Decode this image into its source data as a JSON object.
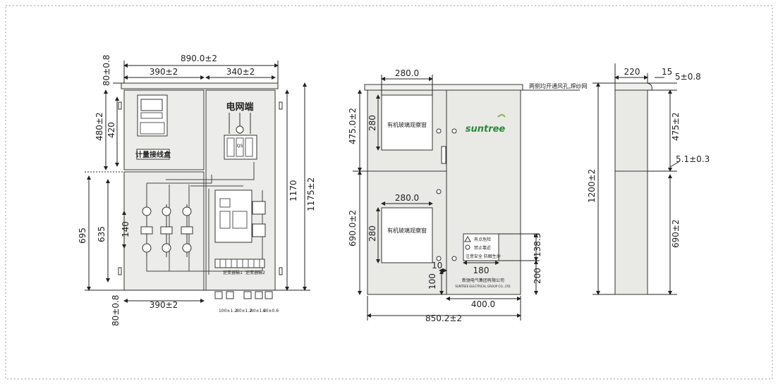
{
  "front_view": {
    "overall_width": "890.0±2",
    "top_left_width": "390±2",
    "top_right_width": "340±2",
    "top_margin": "80±0.8",
    "upper_height": "480±2",
    "upper_inner": "420",
    "lower_height": "695",
    "lower_inner": "635",
    "ct_spacing": "140",
    "bottom_width": "390±2",
    "bottom_margin": "80±0.8",
    "height_1170": "1170",
    "height_1175": "1175±2",
    "meter_box_label": "计量接线盒",
    "grid_side_label": "电网端",
    "switch_label": "QS",
    "terminal_1": "逆变器输1",
    "terminal_2": "逆变器输2",
    "bottom_spacings": [
      "100±1.2",
      "80±1.2",
      "80±1.2",
      "60±0.6"
    ]
  },
  "side_front_view": {
    "window_width_top": "280.0",
    "window_height_top": "280",
    "upper_height": "475.0±2",
    "window_label_top": "有机玻璃观察窗",
    "window_width_bottom": "280.0",
    "window_height_bottom": "280",
    "lower_height": "690.0±2",
    "window_label_bottom": "有机玻璃观察窗",
    "vent_note": "两侧均开通风孔,焊纱网",
    "brand": "suntree",
    "warning_sign_width": "180",
    "warning_sign_height": "138.5",
    "warning_lines": [
      "有点危险",
      "禁止靠近",
      "注意安全 防触生命"
    ],
    "dim_10": "10",
    "dim_100": "100",
    "dim_200": "200",
    "door_width": "400.0",
    "overall_width": "850.2±2",
    "company_cn": "新驰电气集团有限公司",
    "company_en": "SUNTREE ELECTRICAL GROUP CO., LTD."
  },
  "side_view": {
    "depth": "220",
    "lip": "15",
    "top_gap": "5±0.8",
    "upper_height": "475±2",
    "gap": "5.1±0.3",
    "lower_height": "690±2",
    "overall_height": "1200±2"
  },
  "colors": {
    "panel": "#e9e9e6",
    "stroke": "#333333",
    "brand": "#2a8a3a",
    "accent": "#7bbd3a"
  }
}
